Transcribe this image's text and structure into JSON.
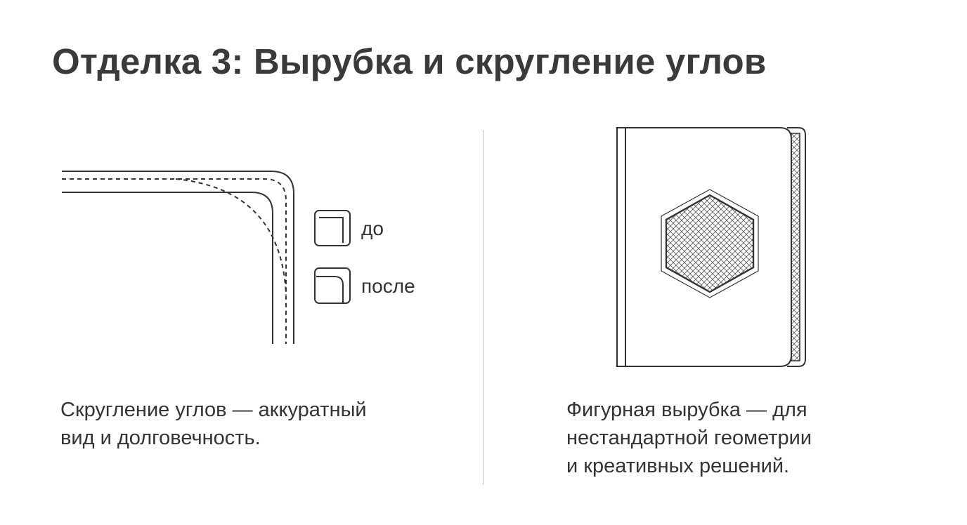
{
  "page": {
    "title": "Отделка 3: Вырубка и скругление углов"
  },
  "left_panel": {
    "legend": {
      "before_label": "до",
      "after_label": "после"
    },
    "caption": {
      "line1": "Скругление углов — аккуратный",
      "line2": "вид и долговечность."
    }
  },
  "right_panel": {
    "caption": {
      "line1": "Фигурная вырубка — для",
      "line2": "нестандартной геометрии",
      "line3": "и креативных решений."
    }
  },
  "colors": {
    "title": "#3a3a3a",
    "text": "#333333",
    "line": "#333333",
    "divider": "#bdbdbd"
  },
  "icons": {
    "corner_diagram": "rounded-corner-diagram",
    "before": "square-corner-icon",
    "after": "rounded-corner-icon",
    "book": "book-with-hexagon-cutout"
  }
}
